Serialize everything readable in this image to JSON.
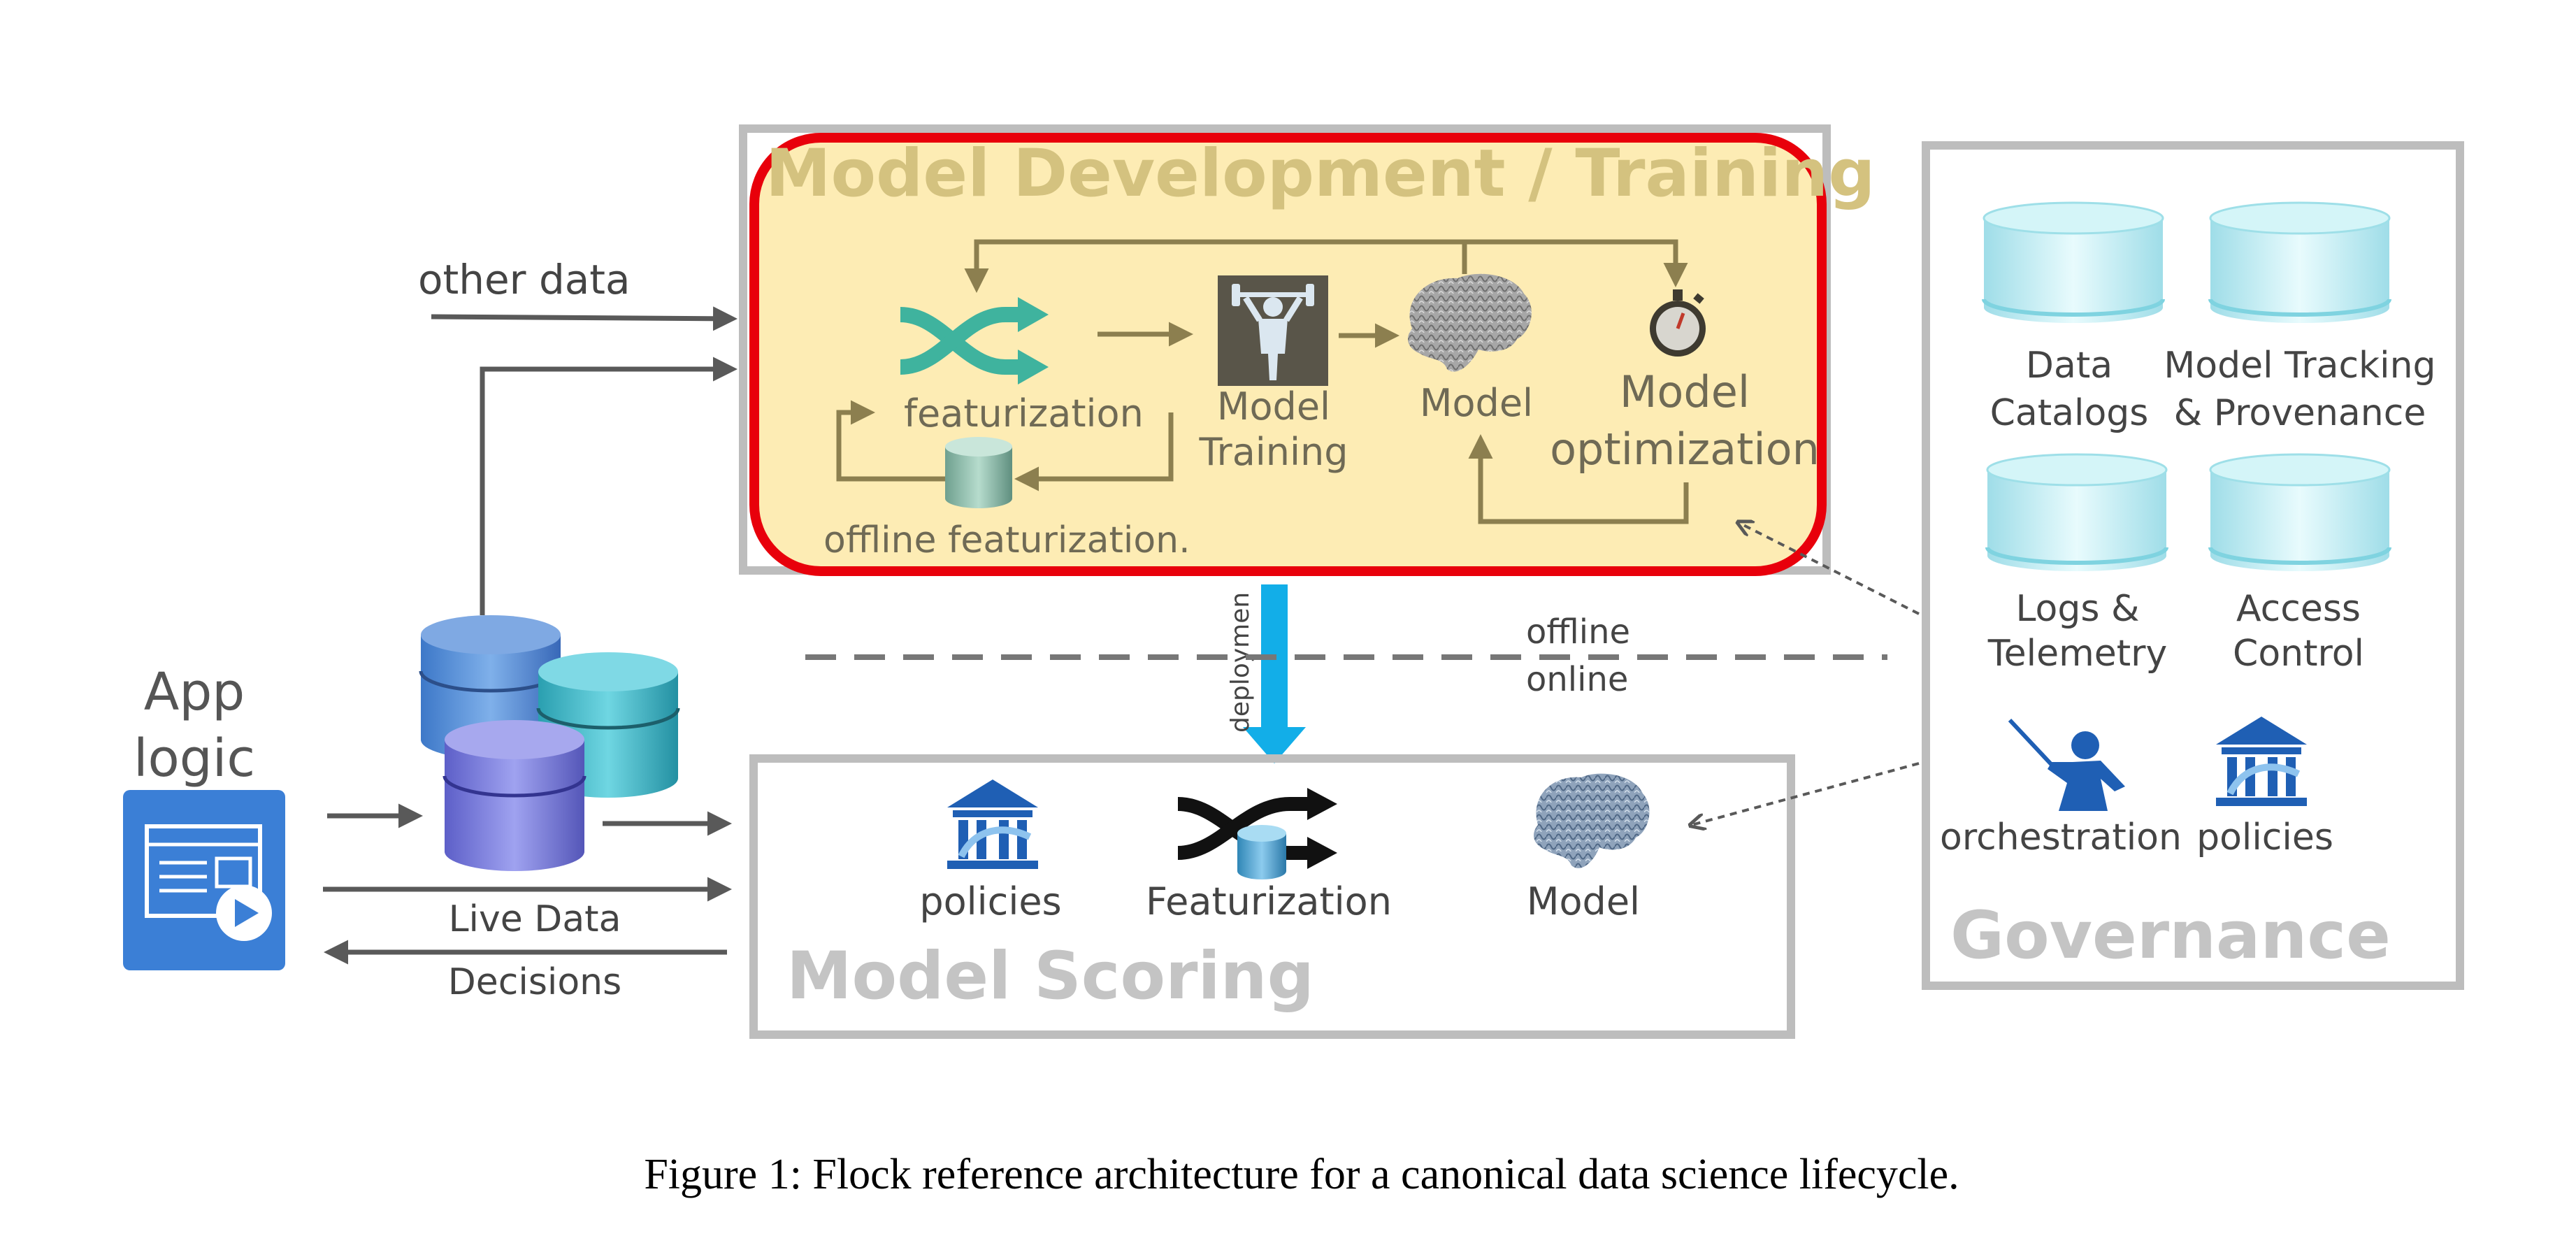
{
  "caption": "Figure 1: Flock reference architecture for a canonical data science lifecycle.",
  "left": {
    "app_title_line1": "App",
    "app_title_line2": "logic",
    "other_data": "other data",
    "live_data": "Live Data",
    "decisions": "Decisions"
  },
  "training": {
    "title": "Model Development / Training",
    "featurization": "featurization",
    "offline_featurization": "offline featurization.",
    "model_training_line1": "Model",
    "model_training_line2": "Training",
    "model": "Model",
    "model_optimization_line1": "Model",
    "model_optimization_line2": "optimization"
  },
  "deployment_label": "deploymen",
  "separator": {
    "offline": "offline",
    "online": "online"
  },
  "scoring": {
    "title": "Model Scoring",
    "policies": "policies",
    "featurization": "Featurization",
    "model": "Model"
  },
  "governance": {
    "title": "Governance",
    "data_catalogs_line1": "Data",
    "data_catalogs_line2": "Catalogs",
    "tracking_line1": "Model Tracking",
    "tracking_line2": "& Provenance",
    "logs_line1": "Logs &",
    "logs_line2": "Telemetry",
    "access_line1": "Access",
    "access_line2": "Control",
    "orchestration": "orchestration",
    "policies": "policies"
  },
  "colors": {
    "frame_gray": "#bdbdbd",
    "arrow_gray": "#595959",
    "training_fill": "#fdecb4",
    "highlight_red": "#e8000b",
    "olive": "#8c7f4f",
    "teal": "#3fb39e",
    "deploy_blue": "#12aee8",
    "policy_blue": "#1f5fb4",
    "app_blue": "#3b7fd6",
    "db_cyan": "#cdf3f7"
  },
  "icons": [
    "shuffle-icon",
    "weightlifter-icon",
    "brain-icon",
    "stopwatch-icon",
    "database-icon",
    "bank-icon",
    "conductor-icon",
    "app-window-icon",
    "play-icon"
  ]
}
